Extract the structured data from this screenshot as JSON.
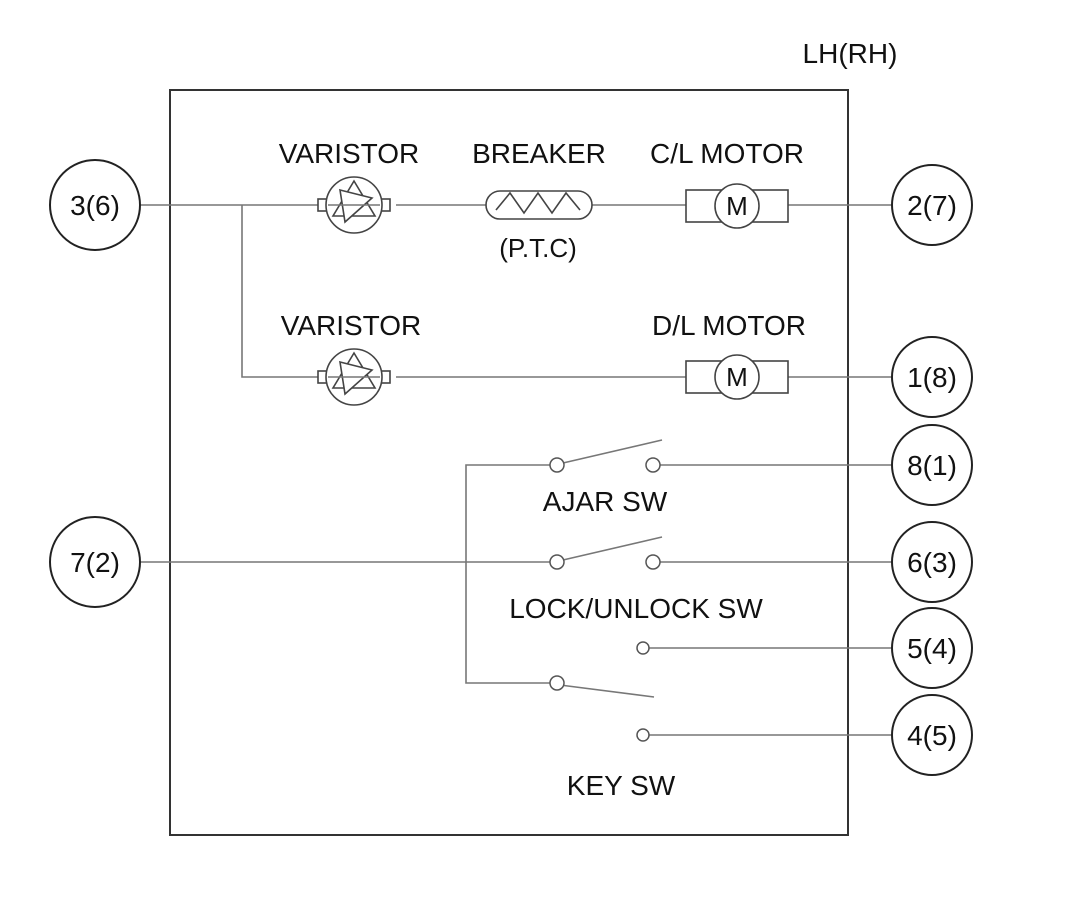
{
  "side_label": "LH(RH)",
  "components": {
    "varistor_1": "VARISTOR",
    "breaker": "BREAKER",
    "breaker_type": "(P.T.C)",
    "cl_motor": "C/L MOTOR",
    "varistor_2": "VARISTOR",
    "dl_motor": "D/L MOTOR",
    "motor_symbol": "M"
  },
  "switches": {
    "ajar": "AJAR SW",
    "lock_unlock": "LOCK/UNLOCK SW",
    "key": "KEY SW"
  },
  "pins": {
    "left_top": "3(6)",
    "left_bottom": "7(2)",
    "right_cl_motor": "2(7)",
    "right_dl_motor": "1(8)",
    "right_ajar": "8(1)",
    "right_lock": "6(3)",
    "right_5": "5(4)",
    "right_4": "4(5)"
  }
}
